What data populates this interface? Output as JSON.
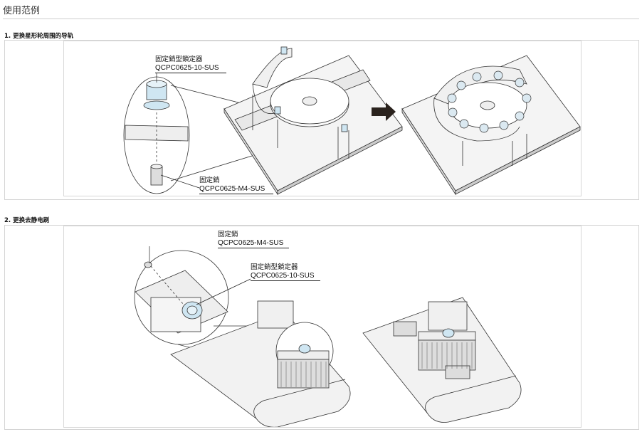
{
  "page": {
    "title": "使用范例"
  },
  "sections": [
    {
      "heading": "1. 更换星形轮周围的导轨",
      "callouts": [
        {
          "name": "固定銷型鎖定器",
          "part": "QCPC0625-10-SUS"
        },
        {
          "name": "固定銷",
          "part": "QCPC0625-M4-SUS"
        }
      ]
    },
    {
      "heading": "2. 更换去静电刷",
      "callouts": [
        {
          "name": "固定銷",
          "part": "QCPC0625-M4-SUS"
        },
        {
          "name": "固定銷型鎖定器",
          "part": "QCPC0625-10-SUS"
        }
      ]
    }
  ],
  "colors": {
    "accent_arrow": "#2a221d",
    "line": "#333333",
    "fill_light": "#f2f2f2",
    "fill_mid": "#dcdcdc",
    "fill_blue": "#cfe6f2"
  }
}
